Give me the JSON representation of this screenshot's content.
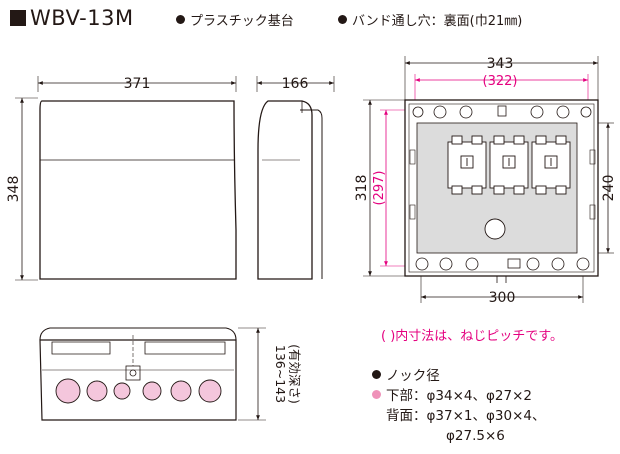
{
  "header": {
    "model": "WBV-13M",
    "feature1": "プラスチック基台",
    "feature2": "バンド通し穴：裏面(巾21㎜)"
  },
  "front_view": {
    "width": "371",
    "height": "348"
  },
  "side_view": {
    "depth": "166"
  },
  "interior_view": {
    "outer_width": "343",
    "inner_width": "(322)",
    "outer_height": "318",
    "inner_height": "(297)",
    "right_height": "240",
    "bottom_width": "300"
  },
  "bottom_view": {
    "depth_line1": "136~143",
    "depth_line2": "(有効深さ)"
  },
  "note": "(  )内寸法は、ねじピッチです。",
  "knockout": {
    "heading": "ノック径",
    "bottom_label": "下部：",
    "bottom_values": "φ34×4、φ27×2",
    "back_label": "背面：",
    "back_values_1": "φ37×1、φ30×4、",
    "back_values_2": "φ27.5×6"
  },
  "colors": {
    "ink": "#231815",
    "pink": "#e4007f",
    "pink_fill": "#f4c6dc",
    "panel_gray": "#dcdcdc"
  }
}
